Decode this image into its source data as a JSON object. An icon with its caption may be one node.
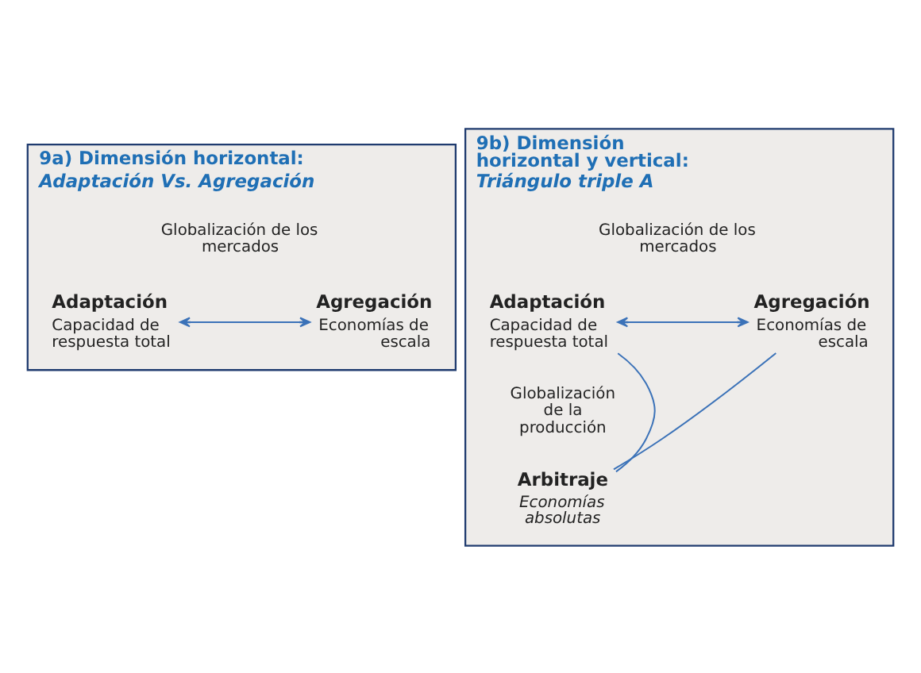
{
  "diagram": {
    "nodes": [
      {
        "text": [
          "9a) Dimensión horizontal:",
          "Adaptación Vs. Agregación"
        ]
      },
      {
        "text": [
          "Globalización de los mercados"
        ],
        "in": 0
      },
      {
        "text": [
          "Adaptación",
          "Capacidad de respuesta total"
        ],
        "in": 0
      },
      {
        "text": [
          "Agregación",
          "Economías de escala"
        ],
        "in": 0
      },
      {
        "text": [
          "9b) Dimensión horizontal y vertical:",
          "Triángulo triple A"
        ]
      },
      {
        "text": [
          "Globalización de los mercados"
        ],
        "in": 4
      },
      {
        "text": [
          "Adaptación",
          "Capacidad de respuesta total"
        ],
        "in": 4
      },
      {
        "text": [
          "Agregación",
          "Economías de escala"
        ],
        "in": 4
      },
      {
        "text": [
          "Globalización de la producción"
        ],
        "in": 4
      },
      {
        "text": [
          "Arbitraje",
          "Economías absolutas"
        ],
        "in": 4
      }
    ],
    "edges": [
      {
        "from": 2,
        "to": 3,
        "arrow": "both"
      },
      {
        "from": 6,
        "to": 7,
        "arrow": "both"
      },
      {
        "from": 6,
        "to": 9,
        "arrow": "none"
      },
      {
        "from": 7,
        "to": 9,
        "arrow": "none"
      }
    ]
  }
}
